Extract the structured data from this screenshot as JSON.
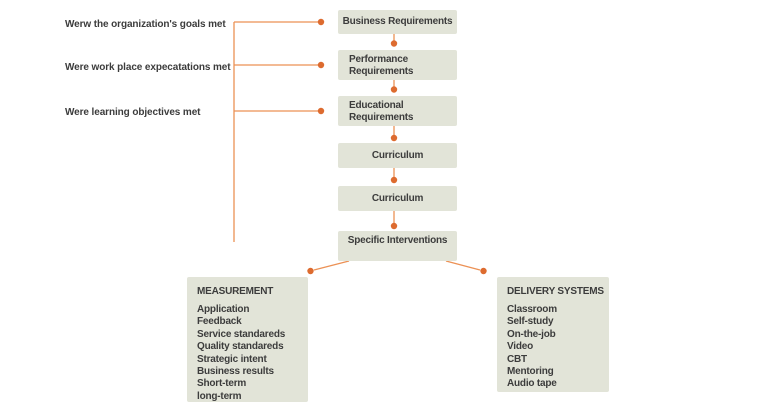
{
  "colors": {
    "accent_line": "#EC9155",
    "accent_dot": "#DD6B2F",
    "box_fill": "#E2E4D8",
    "text": "#3C3C3C"
  },
  "questions": [
    "Werw the organization's goals met",
    "Were work place expecatations met",
    "Were learning objectives met"
  ],
  "flow": {
    "business": "Business Requirements",
    "performance": "Performance Requirements",
    "educational": "Educational Requirements",
    "curriculum1": "Curriculum",
    "curriculum2": "Curriculum",
    "specific": "Specific Interventions"
  },
  "measurement": {
    "title": "MEASUREMENT",
    "items": [
      "Application",
      "Feedback",
      "Service standareds",
      "Quality standareds",
      "Strategic intent",
      "Business results",
      "Short-term",
      "long-term"
    ]
  },
  "delivery": {
    "title": "DELIVERY SYSTEMS",
    "items": [
      "Classroom",
      "Self-study",
      "On-the-job",
      "Video",
      "CBT",
      "Mentoring",
      "Audio tape"
    ]
  }
}
